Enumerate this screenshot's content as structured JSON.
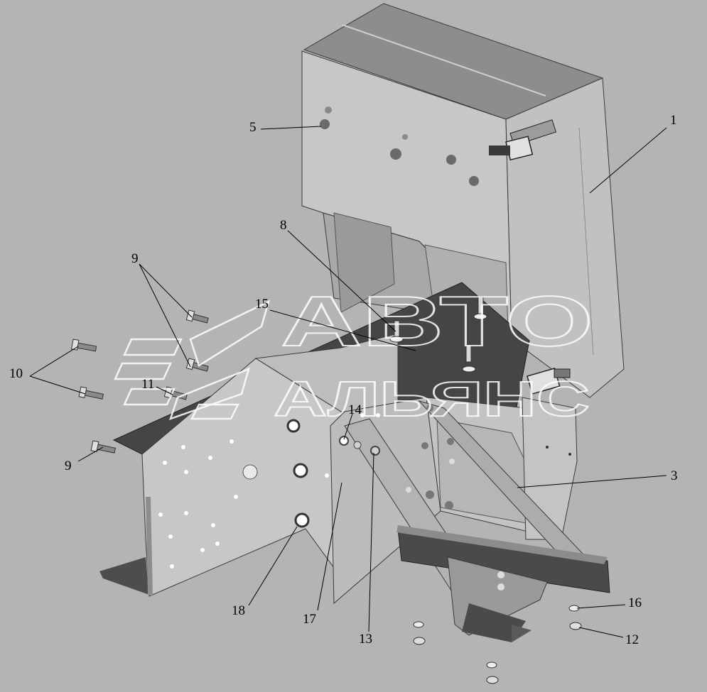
{
  "watermark": {
    "line1": "АВТО",
    "line2": "АЛЬЯНС"
  },
  "callouts": [
    {
      "id": "c1",
      "text": "1"
    },
    {
      "id": "c3",
      "text": "3"
    },
    {
      "id": "c5",
      "text": "5"
    },
    {
      "id": "c8",
      "text": "8"
    },
    {
      "id": "c9a",
      "text": "9"
    },
    {
      "id": "c9b",
      "text": "9"
    },
    {
      "id": "c10",
      "text": "10"
    },
    {
      "id": "c11",
      "text": "11"
    },
    {
      "id": "c12",
      "text": "12"
    },
    {
      "id": "c13",
      "text": "13"
    },
    {
      "id": "c14",
      "text": "14"
    },
    {
      "id": "c15",
      "text": "15"
    },
    {
      "id": "c16",
      "text": "16"
    },
    {
      "id": "c17",
      "text": "17"
    },
    {
      "id": "c18",
      "text": "18"
    }
  ],
  "colors": {
    "background": "#b4b4b4",
    "part_light": "#c9c9c9",
    "part_mid": "#a9a9a9",
    "part_dark": "#4a4a4a",
    "edge": "#3a3a3a"
  }
}
